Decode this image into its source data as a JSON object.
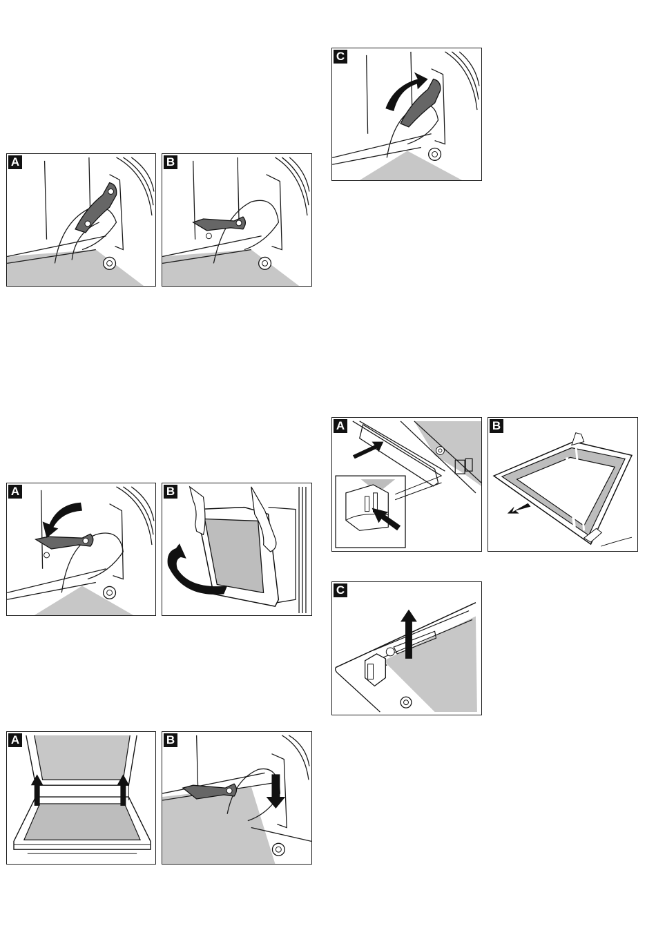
{
  "figures": [
    {
      "id": "hinge-open",
      "label": "A"
    },
    {
      "id": "hinge-lever-out",
      "label": "B"
    },
    {
      "id": "hinge-close",
      "label": "C"
    },
    {
      "id": "lever-fold",
      "label": "A"
    },
    {
      "id": "door-lift",
      "label": "B"
    },
    {
      "id": "clip-release",
      "label": "A"
    },
    {
      "id": "glass-pull",
      "label": "B"
    },
    {
      "id": "glass-lift",
      "label": "C"
    },
    {
      "id": "door-fit",
      "label": "A"
    },
    {
      "id": "hinge-lock",
      "label": "B"
    }
  ],
  "colors": {
    "frame": "#1a1a1a",
    "lever": "#666666",
    "floor": "#c7c7c7",
    "glass": "#bdbdbd"
  }
}
